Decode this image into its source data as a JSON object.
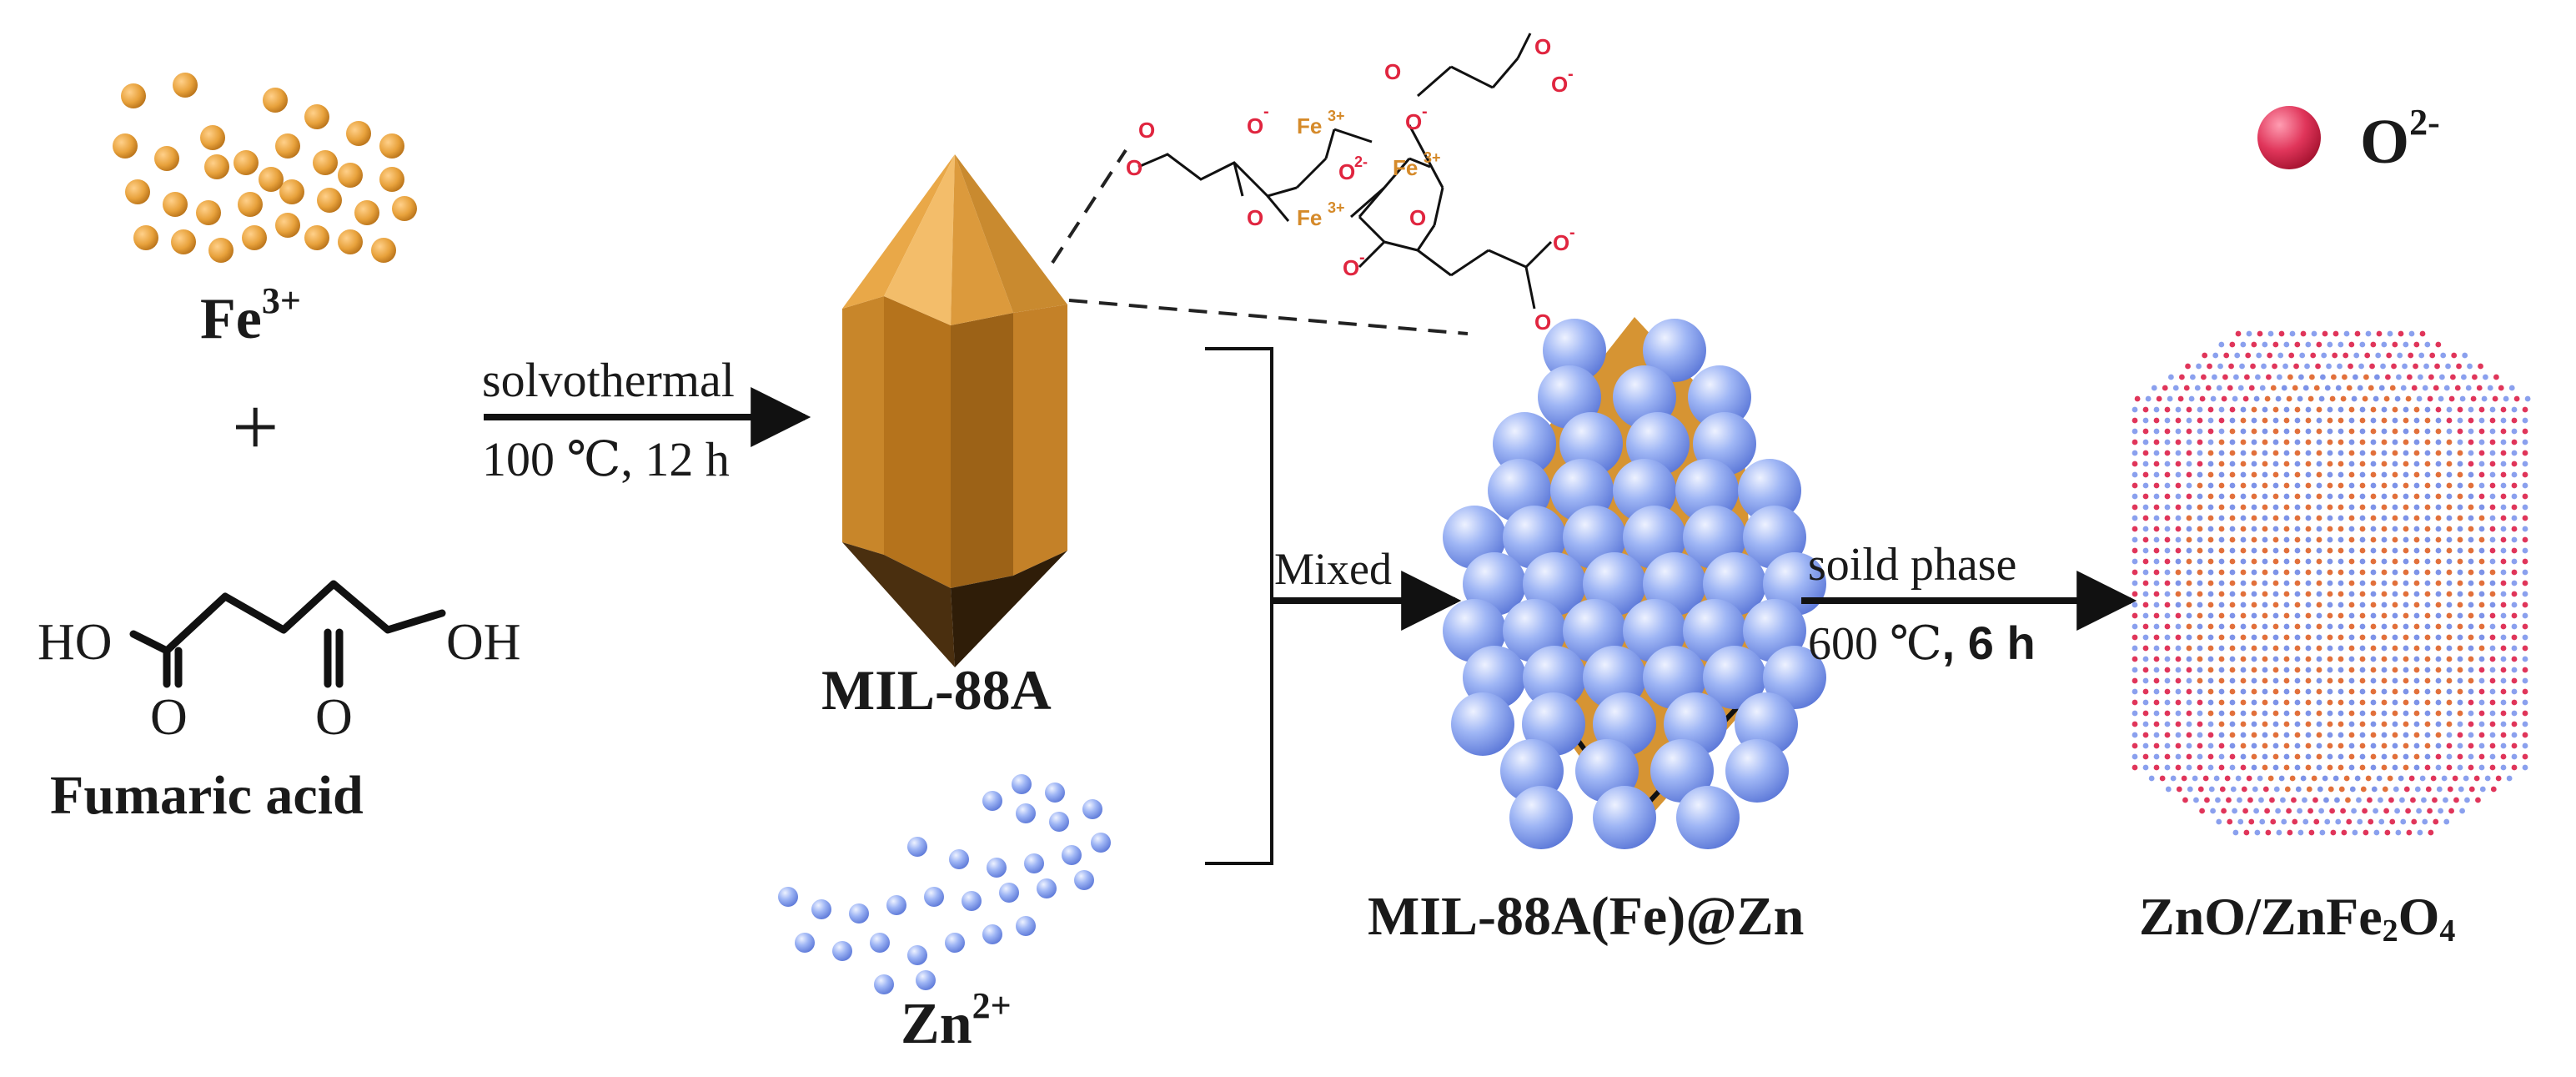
{
  "reactants": {
    "iron_ion": {
      "label": "Fe",
      "charge": "3+"
    },
    "plus_sign": "+",
    "fumaric_acid": {
      "label": "Fumaric acid",
      "atom_ho": "HO",
      "atom_oh": "OH",
      "atom_o": "O"
    },
    "zinc_ion": {
      "label": "Zn",
      "charge": "2+"
    }
  },
  "step1": {
    "condition_top": "solvothermal",
    "condition_bottom": "100 ℃, 12 h"
  },
  "mof": {
    "label": "MIL-88A"
  },
  "structure": {
    "iron_atom": "Fe",
    "iron_charge": "3+",
    "oxygen_atom": "O",
    "oxide_charge": "2-",
    "minus": "-"
  },
  "step2": {
    "condition_top": "Mixed"
  },
  "composite": {
    "label": "MIL-88A(Fe)@Zn"
  },
  "step3": {
    "condition_top": "soild phase",
    "condition_bottom_a": "600 ℃",
    "condition_bottom_b": ", 6 h"
  },
  "product": {
    "label_a": "ZnO/ZnFe",
    "sub_a": "2",
    "label_b": "O",
    "sub_b": "4"
  },
  "legend": {
    "symbol": "O",
    "charge": "2-"
  },
  "colors": {
    "fe": "#e8a23c",
    "zn": "#8faaf2",
    "o": "#e0355a",
    "prism": "#d69433",
    "prism_light": "#f0b860",
    "prism_dark": "#5a3a12"
  }
}
